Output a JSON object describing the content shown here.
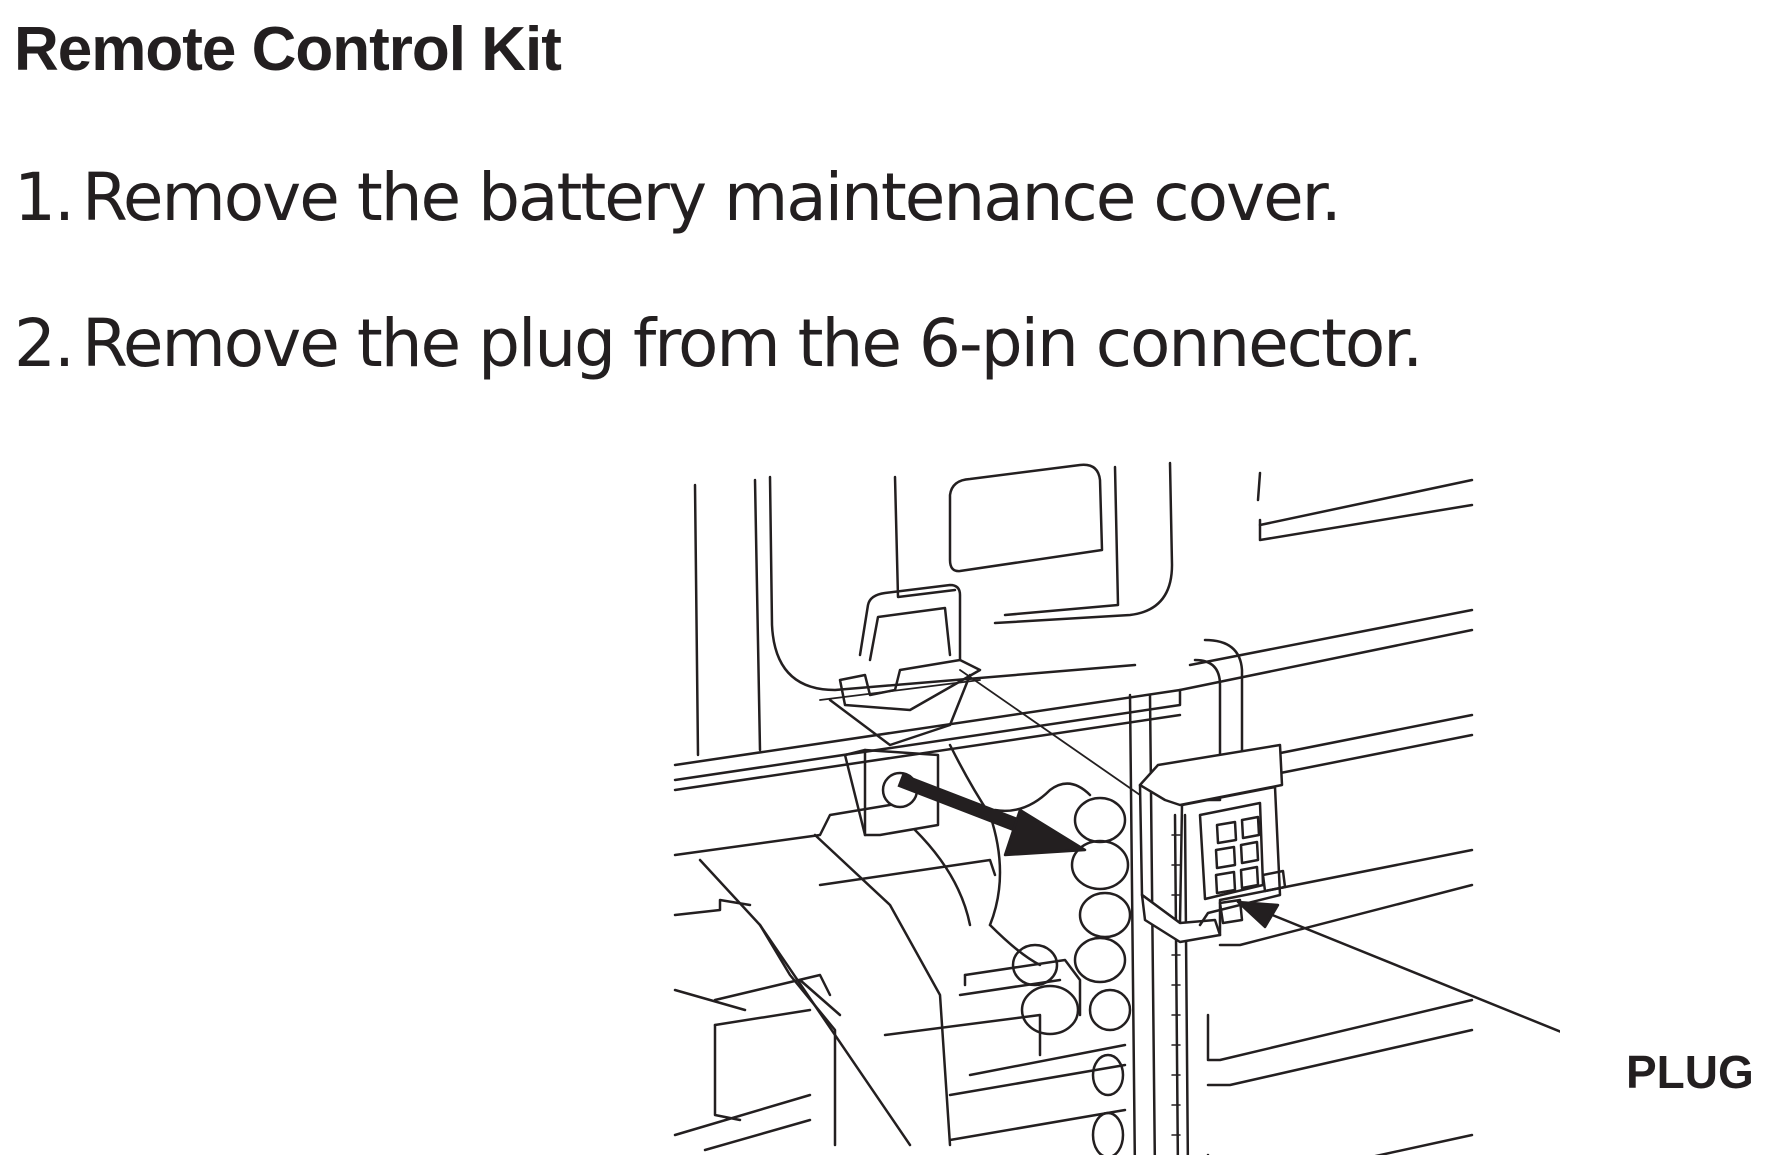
{
  "document": {
    "title": "Remote Control Kit",
    "steps": [
      {
        "number": "1.",
        "text": "Remove the battery maintenance cover."
      },
      {
        "number": "2.",
        "text": "Remove the plug from the 6-pin connector."
      }
    ]
  },
  "illustration": {
    "callout": "PLUG",
    "icons": [
      "connector-clip-icon",
      "removal-arrow-icon",
      "six-pin-plug-icon",
      "callout-arrow-icon"
    ]
  }
}
